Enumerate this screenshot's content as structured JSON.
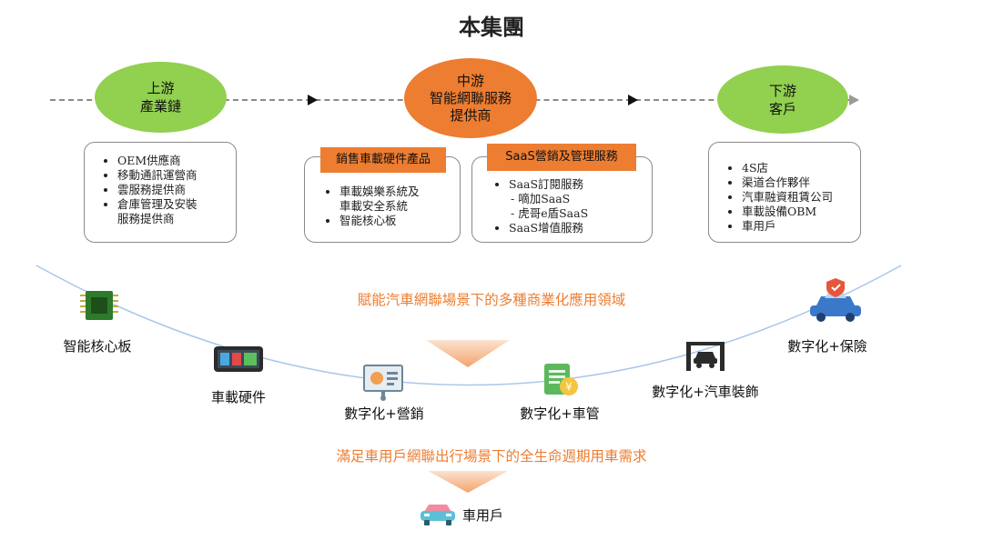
{
  "title": "本集團",
  "stages": {
    "upstream": {
      "line1": "上游",
      "line2": "產業鏈"
    },
    "midstream": {
      "line1": "中游",
      "line2": "智能網聯服務",
      "line3": "提供商"
    },
    "downstream": {
      "line1": "下游",
      "line2": "客戶"
    }
  },
  "upstream_list": [
    "OEM供應商",
    "移動通訊運營商",
    "雲服務提供商",
    "倉庫管理及安裝",
    "服務提供商"
  ],
  "hardware_box": {
    "header": "銷售車載硬件產品",
    "items": [
      "車載娛樂系統及",
      "車載安全系統",
      "智能核心板"
    ]
  },
  "saas_box": {
    "header": "SaaS營銷及管理服務",
    "items": [
      "SaaS訂閱服務",
      "- 嘀加SaaS",
      "- 虎哥e盾SaaS",
      "SaaS增值服務"
    ]
  },
  "downstream_list": [
    "4S店",
    "渠道合作夥伴",
    "汽車融資租賃公司",
    "車載設備OBM",
    "車用戶"
  ],
  "empower_text": "賦能汽車網聯場景下的多種商業化應用領域",
  "applications": {
    "core_board": "智能核心板",
    "hardware": "車載硬件",
    "marketing": "數字化+營銷",
    "management": "數字化+車管",
    "decoration": "數字化+汽車裝飾",
    "insurance": "數字化+保險"
  },
  "satisfy_text": "滿足車用戶網聯出行場景下的全生命週期用車需求",
  "car_user": "車用戶",
  "colors": {
    "green": "#92d050",
    "orange": "#ed7d31",
    "arc": "#a9c7e8",
    "car_blue": "#3a78c9"
  },
  "icons": [
    "chip-icon",
    "car-screen-icon",
    "presentation-board-icon",
    "money-document-icon",
    "car-lift-icon",
    "shield-car-icon",
    "car-icon"
  ]
}
